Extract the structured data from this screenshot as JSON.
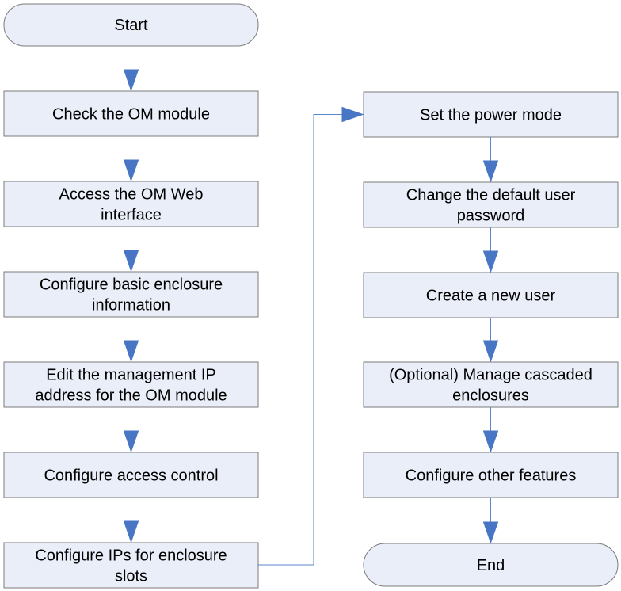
{
  "colors": {
    "box_fill": "#e9eef8",
    "box_stroke": "#7b7b7b",
    "arrow": "#4876c4",
    "connector": "#5b86cc"
  },
  "start": {
    "label": "Start"
  },
  "end": {
    "label": "End"
  },
  "left_steps": [
    {
      "lines": [
        "Check the OM module"
      ]
    },
    {
      "lines": [
        "Access the OM Web",
        "interface"
      ]
    },
    {
      "lines": [
        "Configure basic enclosure",
        "information"
      ]
    },
    {
      "lines": [
        "Edit the management IP",
        "address for the OM module"
      ]
    },
    {
      "lines": [
        "Configure access control"
      ]
    },
    {
      "lines": [
        "Configure IPs for enclosure",
        "slots"
      ]
    }
  ],
  "right_steps": [
    {
      "lines": [
        "Set the power mode"
      ]
    },
    {
      "lines": [
        "Change the default user",
        "password"
      ]
    },
    {
      "lines": [
        "Create a new user"
      ]
    },
    {
      "lines": [
        "(Optional) Manage cascaded",
        "enclosures"
      ]
    },
    {
      "lines": [
        "Configure other features"
      ]
    }
  ]
}
